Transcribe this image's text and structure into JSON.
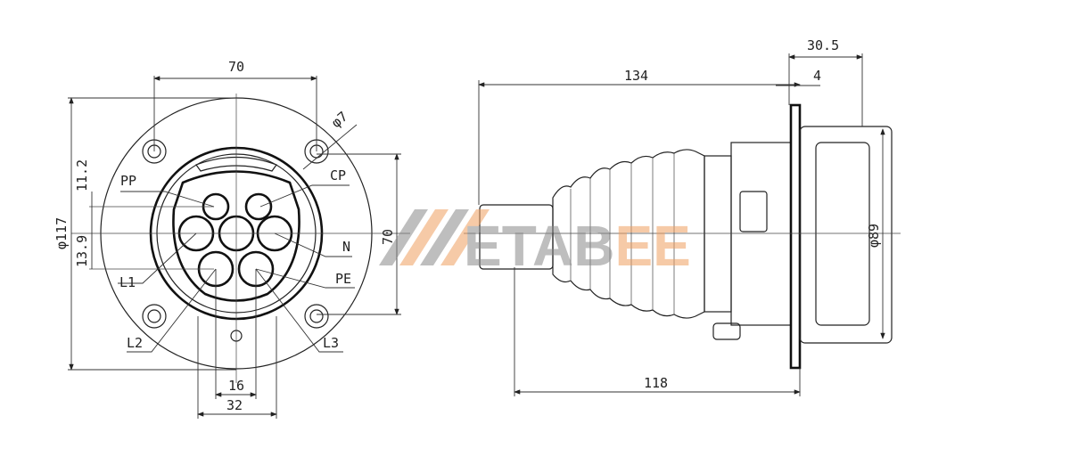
{
  "front_view": {
    "dim_hole_spacing_horizontal": "70",
    "dim_hole_diameter": "φ7",
    "dim_flange_diameter": "φ117",
    "dim_top_offset": "11.2",
    "dim_bottom_offset": "13.9",
    "dim_hole_spacing_vertical": "70",
    "dim_pin_spacing": "16",
    "dim_bottom_width": "32",
    "pins": {
      "pp": "PP",
      "cp": "CP",
      "n": "N",
      "l1": "L1",
      "pe": "PE",
      "l2": "L2",
      "l3": "L3"
    }
  },
  "side_view": {
    "dim_overall_length": "134",
    "dim_body_length": "118",
    "dim_housing_depth": "30.5",
    "dim_flange_thickness": "4",
    "dim_housing_diameter": "φ89"
  },
  "watermark": {
    "text": "METABEE",
    "colors": {
      "gray": "#8a8a8a",
      "orange": "#f0a060"
    }
  }
}
